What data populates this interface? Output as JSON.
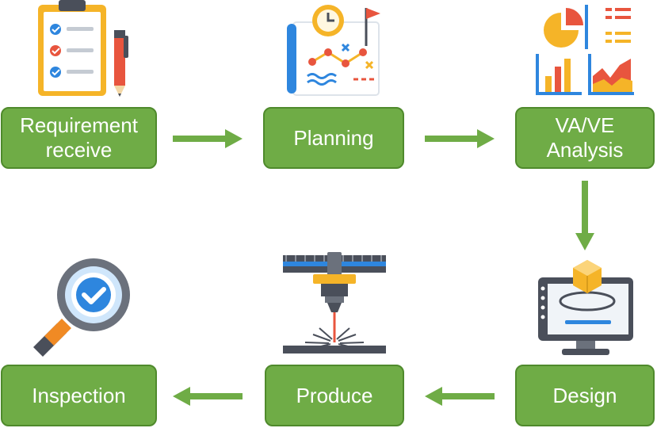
{
  "steps": [
    {
      "id": "requirement",
      "label": "Requirement\nreceive"
    },
    {
      "id": "planning",
      "label": "Planning"
    },
    {
      "id": "analysis",
      "label": "VA/VE\nAnalysis"
    },
    {
      "id": "design",
      "label": "Design"
    },
    {
      "id": "produce",
      "label": "Produce"
    },
    {
      "id": "inspection",
      "label": "Inspection"
    }
  ],
  "icons": [
    "clipboard-checklist-icon",
    "planning-chart-icon",
    "analytics-dashboard-icon",
    "cad-monitor-icon",
    "laser-cutter-icon",
    "magnifier-check-icon"
  ],
  "colors": {
    "box_fill": "#6fac46",
    "box_border": "#4f8a2c",
    "arrow": "#6fac46",
    "text": "#ffffff"
  }
}
